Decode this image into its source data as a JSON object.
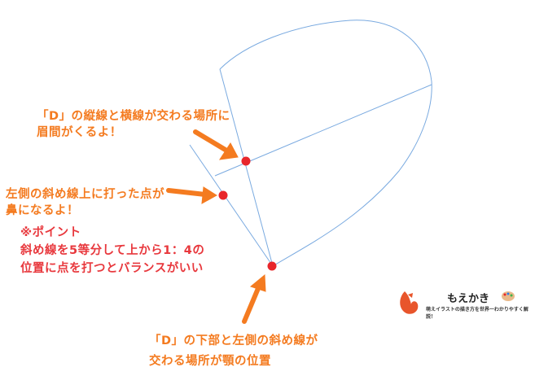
{
  "annotations": {
    "eyebrow": [
      "「D」の縦線と横線が交わる場所に",
      "眉間がくるよ！"
    ],
    "nose": [
      "左側の斜め線上に打った点が",
      "鼻になるよ！"
    ],
    "point": [
      "※ポイント",
      "斜め線を5等分して上から1：4の",
      "位置に点を打つとバランスがいい"
    ],
    "chin": [
      "「D」の下部と左側の斜め線が",
      "交わる場所が顎の位置"
    ]
  },
  "logo": {
    "name": "もえかき",
    "tagline": "萌えイラストの描き方を世界一わかりやすく解説！"
  },
  "colors": {
    "guide_line": "#7aaae0",
    "arrow": "#f47b20",
    "dot": "#e8262b",
    "note": "#e8383d"
  }
}
